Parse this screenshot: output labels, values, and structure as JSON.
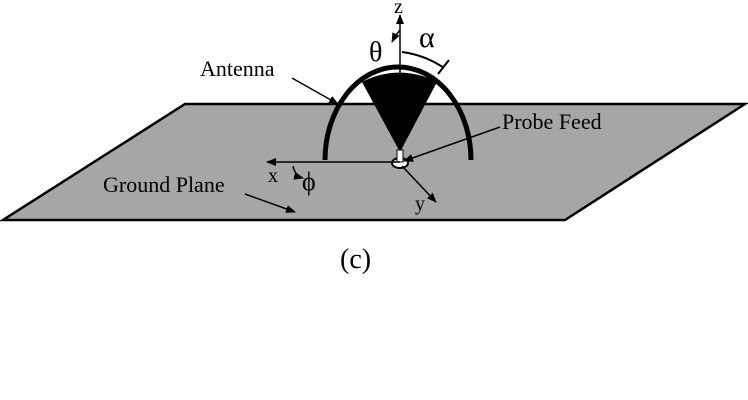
{
  "figure": {
    "panel_label": "(c)",
    "labels": {
      "antenna": "Antenna",
      "probe_feed": "Probe Feed",
      "ground_plane": "Ground Plane",
      "axis_x": "x",
      "axis_y": "y",
      "axis_z": "z",
      "theta": "θ",
      "alpha": "α",
      "phi": "ϕ"
    },
    "colors": {
      "ground_plane_fill": "#a6a6a6",
      "outline": "#000000",
      "background": "#ffffff"
    }
  }
}
